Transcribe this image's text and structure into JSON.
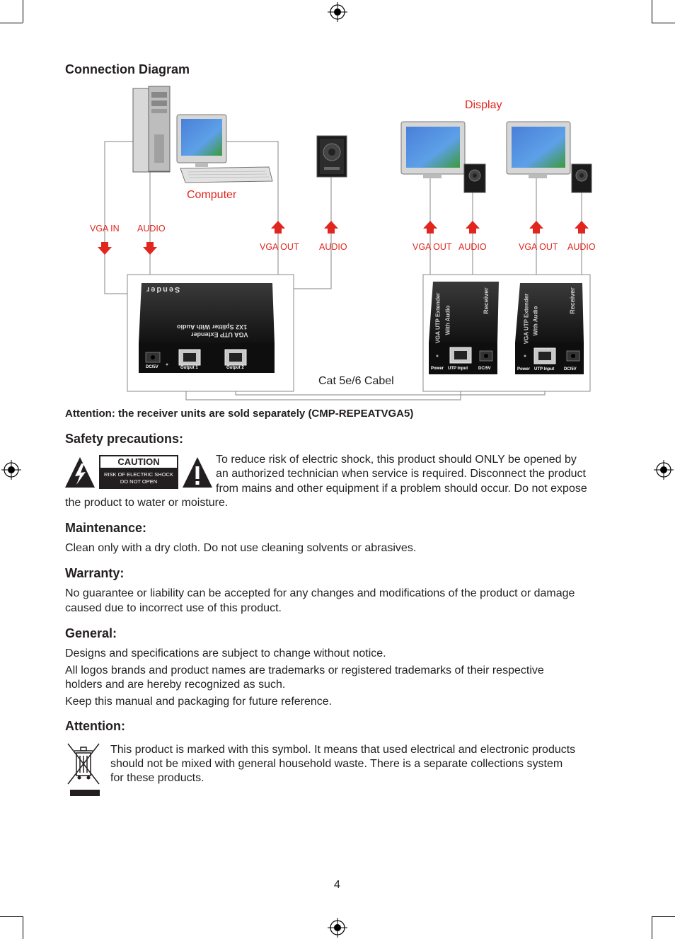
{
  "diagram": {
    "title": "Connection Diagram",
    "display_label": "Display",
    "computer_label": "Computer",
    "port_labels": {
      "vga_in": "VGA IN",
      "audio_in": "AUDIO",
      "vga_out_1": "VGA OUT",
      "audio_out_1": "AUDIO",
      "vga_out_2": "VGA OUT",
      "audio_out_2": "AUDIO",
      "vga_out_3": "VGA OUT",
      "audio_out_3": "AUDIO"
    },
    "cable_label": "Cat 5e/6 Cabel",
    "sender": {
      "brand": "Sender",
      "model_line1": "VGA UTP Extender",
      "model_line2": "1X2 Splitter With Audio",
      "ports": [
        "DC/5V",
        "Output 1",
        "Output 2"
      ]
    },
    "receiver": {
      "brand": "Receiver",
      "model_line1": "VGA UTP Extender",
      "model_line2": "With Audio",
      "ports": [
        "Power",
        "UTP Input",
        "DC/5V"
      ]
    }
  },
  "attention_note": "Attention: the receiver units are sold separately (CMP-REPEATVGA5)",
  "safety": {
    "heading": "Safety precautions:",
    "caution_title": "CAUTION",
    "caution_line1": "RISK OF ELECTRIC SHOCK",
    "caution_line2": "DO NOT OPEN",
    "text_line1": "To reduce risk of electric shock, this product should ONLY be opened by",
    "text_line2": "an authorized technician when service is required. Disconnect the product",
    "text_line3": "from mains and other equipment if a problem should occur. Do not expose",
    "text_line4": "the product to water or moisture."
  },
  "maintenance": {
    "heading": "Maintenance:",
    "text": "Clean only with a dry cloth. Do not use cleaning solvents or abrasives."
  },
  "warranty": {
    "heading": "Warranty:",
    "text_line1": "No guarantee or liability can be accepted for any changes and modifications of the product or damage",
    "text_line2": "caused due to incorrect use of this product."
  },
  "general": {
    "heading": "General:",
    "text1": "Designs and specifications are subject to change without notice.",
    "text2_line1": "All logos brands and product names are trademarks or registered trademarks of their respective",
    "text2_line2": "holders and are hereby recognized as such.",
    "text3": "Keep this manual and packaging for future reference."
  },
  "attention": {
    "heading": "Attention:",
    "text_line1": "This product is marked with this symbol. It means that used electrical and electronic products",
    "text_line2": "should not be mixed with general household waste. There is a separate collections system",
    "text_line3": "for these products."
  },
  "page_number": "4"
}
